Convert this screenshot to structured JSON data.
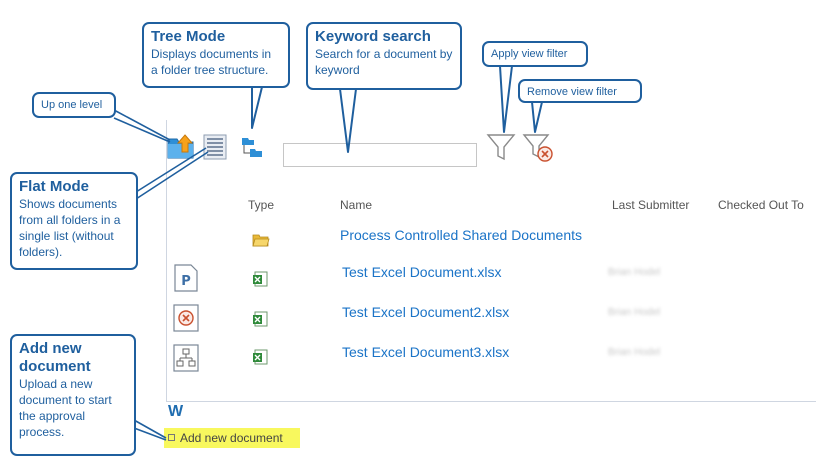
{
  "toolbar": {
    "up_icon": "folder-up-icon",
    "flat_icon": "flat-list-icon",
    "tree_icon": "folder-tree-icon",
    "search_value": "",
    "filter_icon": "filter-funnel-icon",
    "remove_filter_icon": "remove-filter-icon"
  },
  "columns": {
    "type": "Type",
    "name": "Name",
    "last_submitter": "Last Submitter",
    "checked_out_to": "Checked Out To"
  },
  "rows": [
    {
      "status_icon": "",
      "type_icon": "folder-open-icon",
      "name": "Process Controlled Shared Documents",
      "last_submitter": ""
    },
    {
      "status_icon": "published-icon",
      "type_icon": "excel-file-icon",
      "name": "Test Excel Document.xlsx",
      "last_submitter": "Brian Hodel"
    },
    {
      "status_icon": "rejected-icon",
      "type_icon": "excel-file-icon",
      "name": "Test Excel Document2.xlsx",
      "last_submitter": "Brian Hodel"
    },
    {
      "status_icon": "workflow-icon",
      "type_icon": "excel-file-icon",
      "name": "Test Excel Document3.xlsx",
      "last_submitter": "Brian Hodel"
    }
  ],
  "footer": {
    "w_letter": "W",
    "add_new_label": "Add new document"
  },
  "callouts": {
    "tree": {
      "title": "Tree Mode",
      "desc": "Displays documents in a folder tree structure."
    },
    "keyword": {
      "title": "Keyword search",
      "desc": "Search for a document by keyword"
    },
    "up": {
      "desc": "Up one level"
    },
    "flat": {
      "title": "Flat Mode",
      "desc": "Shows documents from all folders in a single list (without folders)."
    },
    "apply": {
      "desc": "Apply view filter"
    },
    "remove": {
      "desc": "Remove view filter"
    },
    "add": {
      "title": "Add new document",
      "desc": "Upload a new document to start the approval process."
    }
  },
  "colors": {
    "callout_blue": "#1f5f9e",
    "link_blue": "#1a73c7",
    "highlight_yellow": "#f8f85e"
  }
}
